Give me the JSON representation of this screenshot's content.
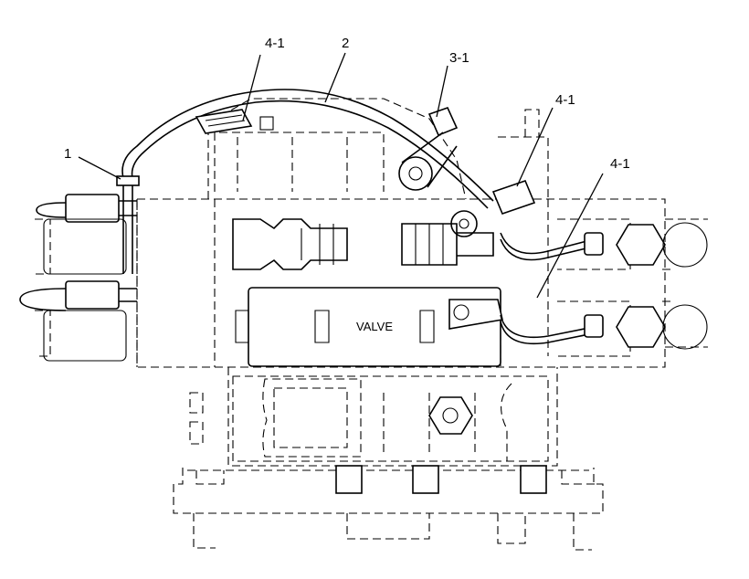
{
  "callouts": [
    {
      "id": "1",
      "label": "1"
    },
    {
      "id": "2",
      "label": "2"
    },
    {
      "id": "3-1",
      "label": "3-1"
    },
    {
      "id": "4-1-top",
      "label": "4-1"
    },
    {
      "id": "4-1-right",
      "label": "4-1"
    },
    {
      "id": "4-1-lower",
      "label": "4-1"
    }
  ],
  "labels": {
    "valve": "VALVE"
  }
}
